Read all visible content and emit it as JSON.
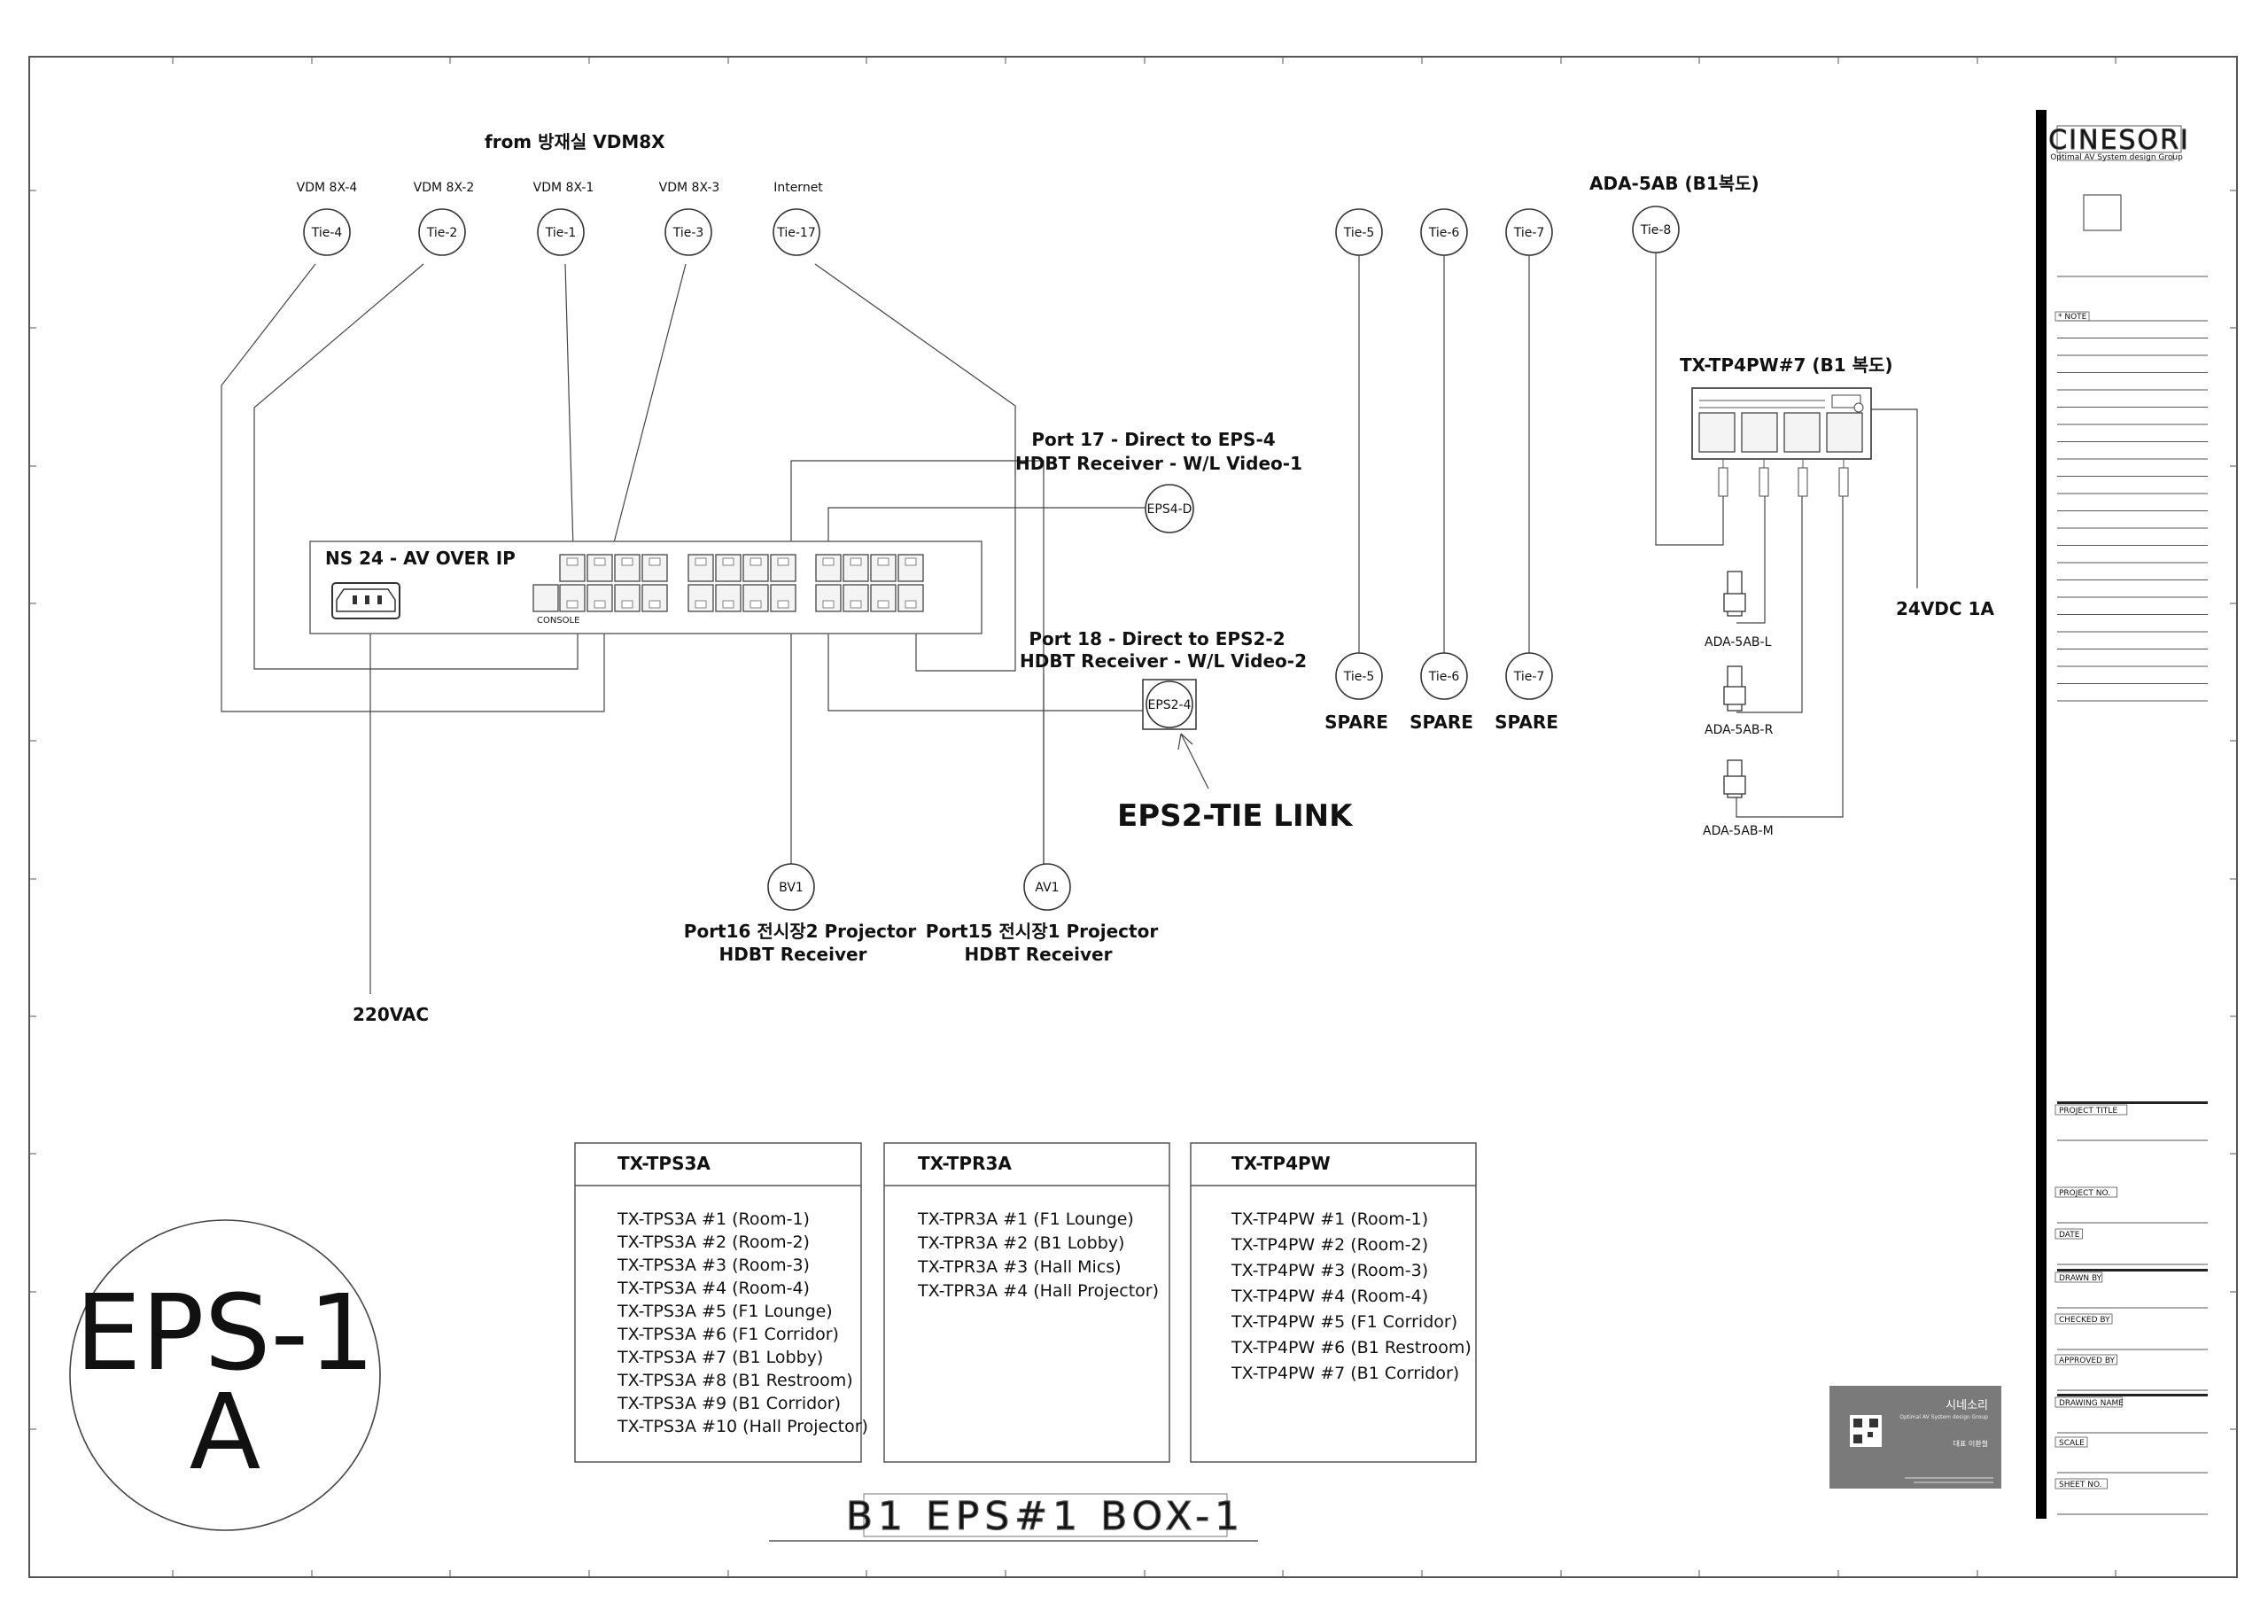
{
  "header": {
    "from_label": "from 방재실 VDM8X",
    "ada_title": "ADA-5AB (B1복도)",
    "tx_title": "TX-TP4PW#7 (B1 복도)"
  },
  "top_ties": [
    {
      "label": "VDM 8X-4",
      "circle": "Tie-4"
    },
    {
      "label": "VDM 8X-2",
      "circle": "Tie-2"
    },
    {
      "label": "VDM 8X-1",
      "circle": "Tie-1"
    },
    {
      "label": "VDM 8X-3",
      "circle": "Tie-3"
    },
    {
      "label": "Internet",
      "circle": "Tie-17"
    }
  ],
  "spare_top": [
    "Tie-5",
    "Tie-6",
    "Tie-7"
  ],
  "tie8": "Tie-8",
  "spare_bottom": [
    {
      "circle": "Tie-5",
      "label": "SPARE"
    },
    {
      "circle": "Tie-6",
      "label": "SPARE"
    },
    {
      "circle": "Tie-7",
      "label": "SPARE"
    }
  ],
  "switch": {
    "title": "NS 24 - AV OVER IP"
  },
  "eps4": {
    "line1": "Port 17 - Direct to EPS-4",
    "line2": "HDBT Receiver - W/L Video-1",
    "circle": "EPS4-D"
  },
  "eps2": {
    "line1": "Port 18 - Direct to EPS2-2",
    "line2": "HDBT Receiver - W/L Video-2",
    "circle": "EPS2-4",
    "link": "EPS2-TIE LINK"
  },
  "bv1": {
    "circle": "BV1",
    "line1": "Port16 전시장2 Projector",
    "line2": "HDBT Receiver"
  },
  "av1": {
    "circle": "AV1",
    "line1": "Port15 전시장1 Projector",
    "line2": "HDBT Receiver"
  },
  "power": "220VAC",
  "dc_power": "24VDC 1A",
  "ada_devices": [
    "ADA-5AB-L",
    "ADA-5AB-R",
    "ADA-5AB-M"
  ],
  "tables": [
    {
      "title": "TX-TPS3A",
      "items": [
        "TX-TPS3A #1 (Room-1)",
        "TX-TPS3A #2 (Room-2)",
        "TX-TPS3A #3 (Room-3)",
        "TX-TPS3A #4 (Room-4)",
        "TX-TPS3A #5 (F1 Lounge)",
        "TX-TPS3A #6 (F1 Corridor)",
        "TX-TPS3A #7 (B1 Lobby)",
        "TX-TPS3A #8 (B1 Restroom)",
        "TX-TPS3A #9 (B1 Corridor)",
        "TX-TPS3A #10 (Hall Projector)"
      ]
    },
    {
      "title": "TX-TPR3A",
      "items": [
        "TX-TPR3A #1 (F1 Lounge)",
        "TX-TPR3A #2 (B1 Lobby)",
        "TX-TPR3A #3 (Hall Mics)",
        "TX-TPR3A #4 (Hall Projector)"
      ]
    },
    {
      "title": "TX-TP4PW",
      "items": [
        "TX-TP4PW #1 (Room-1)",
        "TX-TP4PW #2 (Room-2)",
        "TX-TP4PW #3 (Room-3)",
        "TX-TP4PW #4 (Room-4)",
        "TX-TP4PW #5 (F1 Corridor)",
        "TX-TP4PW #6 (B1 Restroom)",
        "TX-TP4PW #7 (B1 Corridor)"
      ]
    }
  ],
  "big_label": {
    "line1": "EPS-1",
    "line2": "A"
  },
  "drawing_title": "B1 EPS#1 BOX-1",
  "business_card": {
    "company": "시네소리",
    "tagline": "Optimal AV System design Group",
    "person": "대표 이환철"
  },
  "title_block": {
    "logo": "CINESORI",
    "logo_sub": "Optimal AV System design Group",
    "note": "* NOTE",
    "fields": [
      "PROJECT TITLE",
      "PROJECT NO.",
      "DATE",
      "DRAWN BY",
      "CHECKED BY",
      "APPROVED BY",
      "DRAWING NAME",
      "SCALE",
      "SHEET NO."
    ]
  }
}
